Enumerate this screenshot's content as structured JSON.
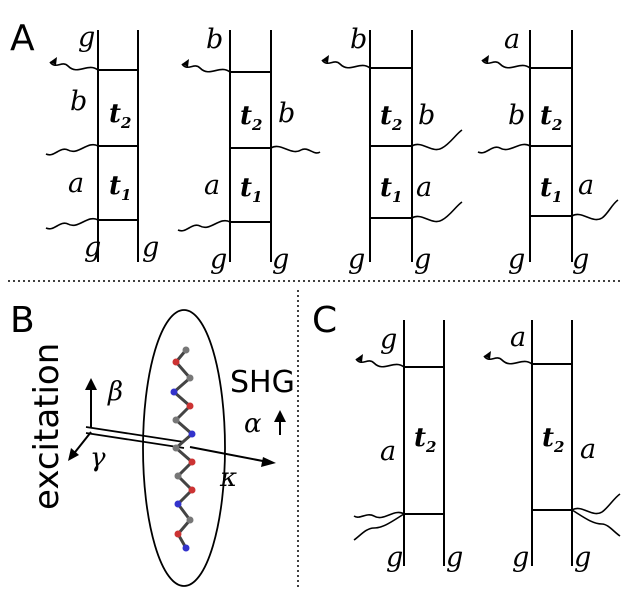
{
  "panels": {
    "a": "A",
    "b": "B",
    "c": "C"
  },
  "states": {
    "g": "g",
    "a": "a",
    "b": "b"
  },
  "time_labels": {
    "t": "t",
    "sub1": "1",
    "sub2": "2"
  },
  "panel_b": {
    "excitation": "excitation",
    "shg": "SHG",
    "beta": "β",
    "gamma": "γ",
    "alpha": "α",
    "kappa": "κ"
  }
}
